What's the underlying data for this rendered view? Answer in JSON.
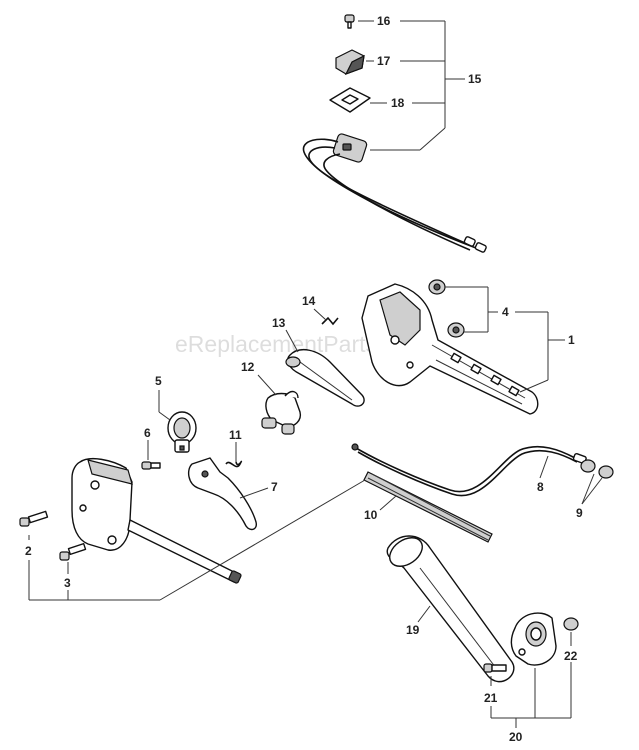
{
  "watermark": "eReplacementParts.com",
  "callouts": {
    "c1": "1",
    "c2": "2",
    "c3": "3",
    "c4": "4",
    "c5": "5",
    "c6": "6",
    "c7": "7",
    "c8": "8",
    "c9": "9",
    "c10": "10",
    "c11": "11",
    "c12": "12",
    "c13": "13",
    "c14": "14",
    "c15": "15",
    "c16": "16",
    "c17": "17",
    "c18": "18",
    "c19": "19",
    "c20": "20",
    "c21": "21",
    "c22": "22"
  },
  "colors": {
    "line": "#333333",
    "part_outline": "#111111",
    "background": "#ffffff"
  }
}
